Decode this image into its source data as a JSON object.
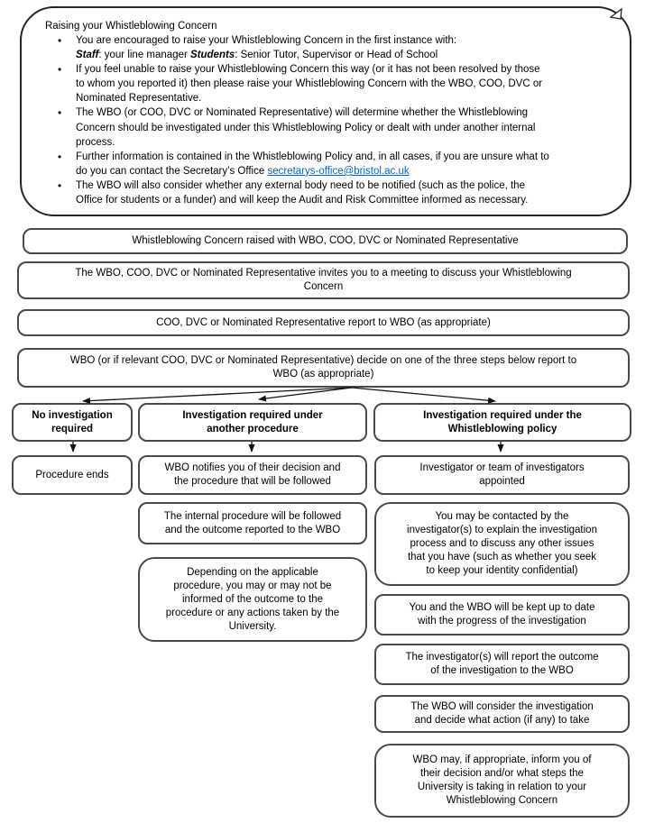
{
  "colors": {
    "border_dark": "#262626",
    "border_box": "#4a4a4a",
    "link_blue": "#0563C1",
    "text": "#000000"
  },
  "callout": {
    "title": "Raising your Whistleblowing Concern",
    "bullets": [
      [
        {
          "t": "You are encouraged to raise your Whistleblowing Concern in the first instance with:\n"
        },
        {
          "t": "Staff",
          "s": "bi"
        },
        {
          "t": ": your line manager "
        },
        {
          "t": "Students",
          "s": "bi"
        },
        {
          "t": ":  Senior Tutor, Supervisor or Head of School"
        }
      ],
      [
        {
          "t": "If you feel unable to raise your Whistleblowing Concern this way (or it has not been resolved by those\nto whom you reported it) then please raise your Whistleblowing Concern with the WBO, COO, DVC or\nNominated Representative."
        }
      ],
      [
        {
          "t": "The WBO (or COO, DVC or Nominated Representative) will determine whether the Whistleblowing\nConcern should be investigated under this Whistleblowing Policy or dealt with under another internal\nprocess."
        }
      ],
      [
        {
          "t": "Further information is contained in the Whistleblowing Policy and, in all cases, if you are unsure what to\ndo you can contact the Secretary’s Office "
        },
        {
          "t": "secretarys-office@bristol.ac.uk",
          "s": "link"
        }
      ],
      [
        {
          "t": "The WBO will also consider whether any external body need to be notified (such as the police, the\nOffice for students or a funder) and will keep the Audit and Risk Committee informed as necessary."
        }
      ]
    ]
  },
  "flow": {
    "seq1": "Whistleblowing Concern raised with WBO, COO, DVC or Nominated Representative",
    "seq2": "The WBO, COO, DVC or Nominated Representative invites you to a meeting to discuss your Whistleblowing\nConcern",
    "seq3": "COO, DVC or Nominated Representative report to WBO (as appropriate)",
    "seq4": "WBO (or if relevant COO, DVC or Nominated Representative) decide on one of the three steps below report to\nWBO (as appropriate)",
    "no_investigation": "No investigation\nrequired",
    "under_another_procedure": "Investigation required under\nanother procedure",
    "under_whistleblowing_policy": "Investigation required under the\nWhistleblowing policy",
    "procedure_ends": "Procedure ends",
    "wbo_notifies": "WBO notifies you of their decision and\nthe procedure that will be followed",
    "internal_procedure": "The internal procedure will be followed\nand the outcome reported to the WBO",
    "depending": "Depending on the applicable\nprocedure, you may or may not be\ninformed of the outcome to the\nprocedure or any actions taken by the\nUniversity.",
    "investigator_appointed": "Investigator or team of investigators\nappointed",
    "contacted": "You may be contacted by the\ninvestigator(s) to explain the investigation\nprocess and to discuss any other issues\nthat you have (such as whether you seek\nto keep your identity confidential)",
    "kept_up_to_date": "You and the WBO will be kept up to date\nwith the progress of the investigation",
    "report_outcome": "The investigator(s) will report the outcome\nof the investigation to the WBO",
    "wbo_consider": "The WBO will consider the investigation\nand decide what action (if any) to take",
    "wbo_inform": "WBO may, if appropriate, inform you of\ntheir decision and/or what steps the\nUniversity is taking in relation to your\nWhistleblowing Concern"
  }
}
